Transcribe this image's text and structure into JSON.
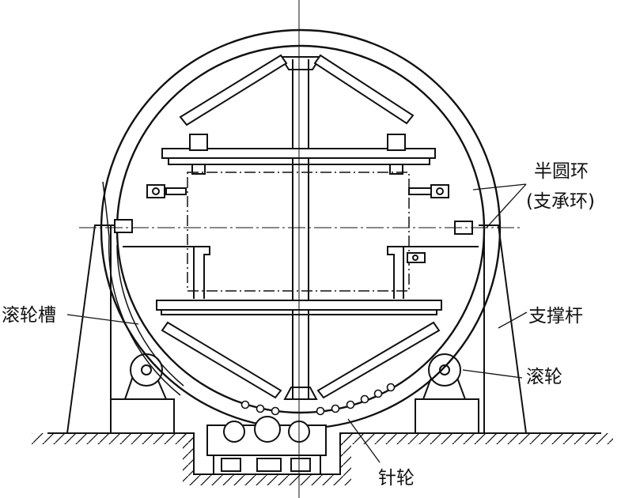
{
  "labels": {
    "half_ring": "半圆环",
    "support_ring": "(支承环)",
    "support_rod": "支撑杆",
    "roller_groove": "滚轮槽",
    "roller": "滚轮",
    "pin_wheel": "针轮"
  },
  "colors": {
    "line": "#111111",
    "background": "#ffffff"
  }
}
